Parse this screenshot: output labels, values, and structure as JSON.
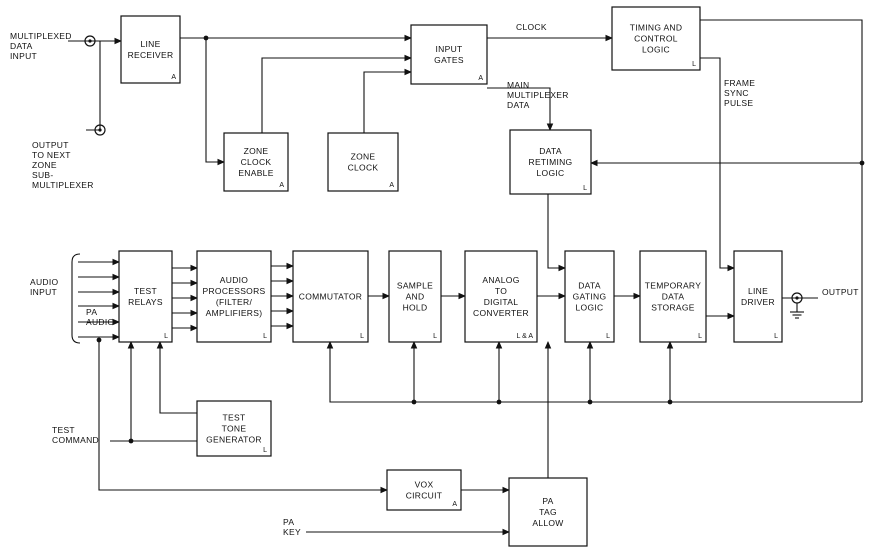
{
  "blocks": {
    "line_receiver": {
      "lines": [
        "LINE",
        "RECEIVER"
      ],
      "tag": "A"
    },
    "input_gates": {
      "lines": [
        "INPUT",
        "GATES"
      ],
      "tag": "A"
    },
    "timing_control": {
      "lines": [
        "TIMING AND",
        "CONTROL",
        "LOGIC"
      ],
      "tag": "L"
    },
    "zone_clock_enable": {
      "lines": [
        "ZONE",
        "CLOCK",
        "ENABLE"
      ],
      "tag": "A"
    },
    "zone_clock": {
      "lines": [
        "ZONE",
        "CLOCK"
      ],
      "tag": "A"
    },
    "data_retiming": {
      "lines": [
        "DATA",
        "RETIMING",
        "LOGIC"
      ],
      "tag": "L"
    },
    "test_relays": {
      "lines": [
        "TEST",
        "RELAYS"
      ],
      "tag": "L"
    },
    "audio_processors": {
      "lines": [
        "AUDIO",
        "PROCESSORS",
        "(FILTER/",
        "AMPLIFIERS)"
      ],
      "tag": "L"
    },
    "commutator": {
      "lines": [
        "COMMUTATOR"
      ],
      "tag": "L"
    },
    "sample_hold": {
      "lines": [
        "SAMPLE",
        "AND",
        "HOLD"
      ],
      "tag": "L"
    },
    "adc": {
      "lines": [
        "ANALOG",
        "TO",
        "DIGITAL",
        "CONVERTER"
      ],
      "tag": "L & A"
    },
    "data_gating": {
      "lines": [
        "DATA",
        "GATING",
        "LOGIC"
      ],
      "tag": "L"
    },
    "temp_storage": {
      "lines": [
        "TEMPORARY",
        "DATA",
        "STORAGE"
      ],
      "tag": "L"
    },
    "line_driver": {
      "lines": [
        "LINE",
        "DRIVER"
      ],
      "tag": "L"
    },
    "test_tone": {
      "lines": [
        "TEST",
        "TONE",
        "GENERATOR"
      ],
      "tag": "L"
    },
    "vox": {
      "lines": [
        "VOX",
        "CIRCUIT"
      ],
      "tag": "A"
    },
    "pa_tag": {
      "lines": [
        "PA",
        "TAG",
        "ALLOW"
      ],
      "tag": ""
    }
  },
  "labels": {
    "mux_input": [
      "MULTIPLEXED",
      "DATA",
      "INPUT"
    ],
    "output_next": [
      "OUTPUT",
      "TO NEXT",
      "ZONE",
      "SUB-",
      "MULTIPLEXER"
    ],
    "clock": "CLOCK",
    "main_mux": [
      "MAIN",
      "MULTIPLEXER",
      "DATA"
    ],
    "frame_sync": [
      "FRAME",
      "SYNC",
      "PULSE"
    ],
    "audio_input": [
      "AUDIO",
      "INPUT"
    ],
    "pa_audio": [
      "PA",
      "AUDIO"
    ],
    "output": "OUTPUT",
    "test_command": [
      "TEST",
      "COMMAND"
    ],
    "pa_key": [
      "PA",
      "KEY"
    ]
  }
}
